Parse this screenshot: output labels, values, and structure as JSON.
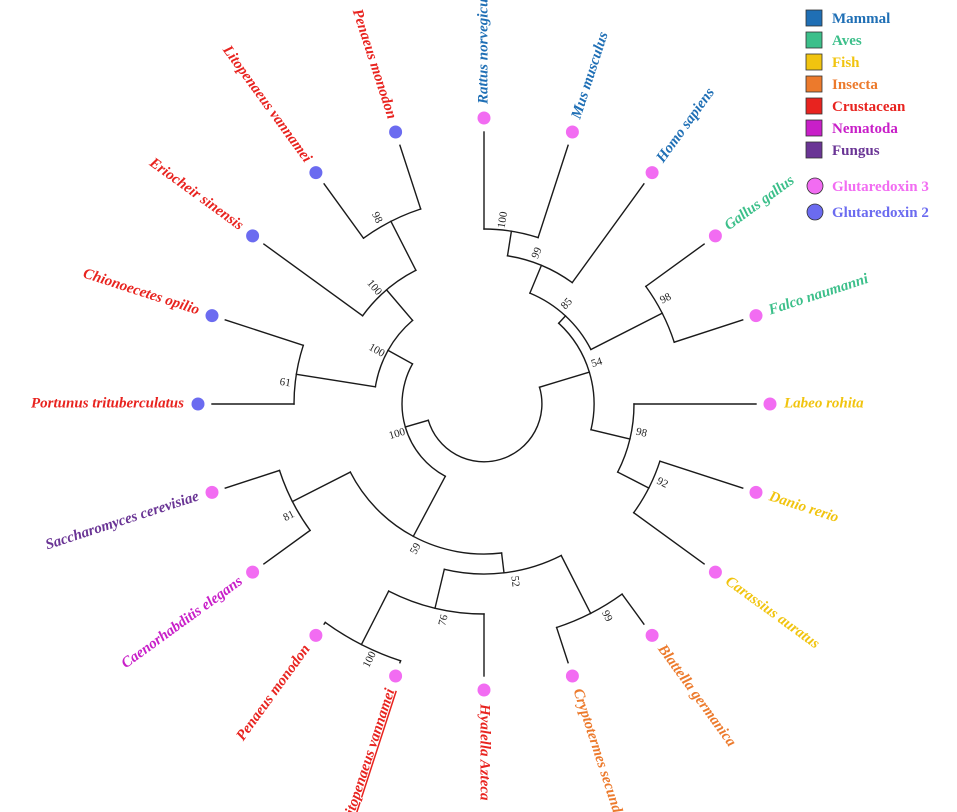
{
  "colors": {
    "Mammal": "#1f6fb5",
    "Aves": "#3cbf8a",
    "Fish": "#f1c40f",
    "Insecta": "#ec7a2c",
    "Crustacean": "#e8231f",
    "Nematoda": "#c81fc8",
    "Fungus": "#6a3595",
    "grx3": "#f26cf2",
    "grx2": "#6b6bf0",
    "branch": "#1a1a1a"
  },
  "legend": {
    "groups": [
      {
        "label": "Mammal",
        "color": "#1f6fb5"
      },
      {
        "label": "Aves",
        "color": "#3cbf8a"
      },
      {
        "label": "Fish",
        "color": "#f1c40f"
      },
      {
        "label": "Insecta",
        "color": "#ec7a2c"
      },
      {
        "label": "Crustacean",
        "color": "#e8231f"
      },
      {
        "label": "Nematoda",
        "color": "#c81fc8"
      },
      {
        "label": "Fungus",
        "color": "#6a3595"
      }
    ],
    "markers": [
      {
        "label": "Glutaredoxin 3",
        "color": "#f26cf2"
      },
      {
        "label": "Glutaredoxin 2",
        "color": "#6b6bf0"
      }
    ]
  },
  "taxa": [
    {
      "name": "Rattus norvegicus",
      "group": "Mammal",
      "marker": "grx3"
    },
    {
      "name": "Mus musculus",
      "group": "Mammal",
      "marker": "grx3"
    },
    {
      "name": "Homo sapiens",
      "group": "Mammal",
      "marker": "grx3"
    },
    {
      "name": "Gallus gallus",
      "group": "Aves",
      "marker": "grx3"
    },
    {
      "name": "Falco naumanni",
      "group": "Aves",
      "marker": "grx3"
    },
    {
      "name": "Labeo rohita",
      "group": "Fish",
      "marker": "grx3"
    },
    {
      "name": "Danio rerio",
      "group": "Fish",
      "marker": "grx3"
    },
    {
      "name": "Carassius auratus",
      "group": "Fish",
      "marker": "grx3"
    },
    {
      "name": "Blattella germanica",
      "group": "Insecta",
      "marker": "grx3"
    },
    {
      "name": "Cryptotermes secundus",
      "group": "Insecta",
      "marker": "grx3"
    },
    {
      "name": "Hyalella Azteca",
      "group": "Crustacean",
      "marker": "grx3"
    },
    {
      "name": "Litopenaeus vannamei",
      "group": "Crustacean",
      "marker": "grx3",
      "underline": true
    },
    {
      "name": "Penaeus monodon",
      "group": "Crustacean",
      "marker": "grx3"
    },
    {
      "name": "Caenorhabditis elegans",
      "group": "Nematoda",
      "marker": "grx3"
    },
    {
      "name": "Saccharomyces cerevisiae",
      "group": "Fungus",
      "marker": "grx3"
    },
    {
      "name": "Portunus trituberculatus",
      "group": "Crustacean",
      "marker": "grx2"
    },
    {
      "name": "Chionoecetes opilio",
      "group": "Crustacean",
      "marker": "grx2"
    },
    {
      "name": "Eriocheir sinensis",
      "group": "Crustacean",
      "marker": "grx2"
    },
    {
      "name": "Litopenaeus vannamei",
      "group": "Crustacean",
      "marker": "grx2"
    },
    {
      "name": "Penaeus monodon",
      "group": "Crustacean",
      "marker": "grx2"
    }
  ],
  "bootstrap": [
    "100",
    "99",
    "85",
    "98",
    "54",
    "98",
    "92",
    "100",
    "99",
    "52",
    "76",
    "100",
    "59",
    "81",
    "100",
    "98",
    "100",
    "61"
  ]
}
